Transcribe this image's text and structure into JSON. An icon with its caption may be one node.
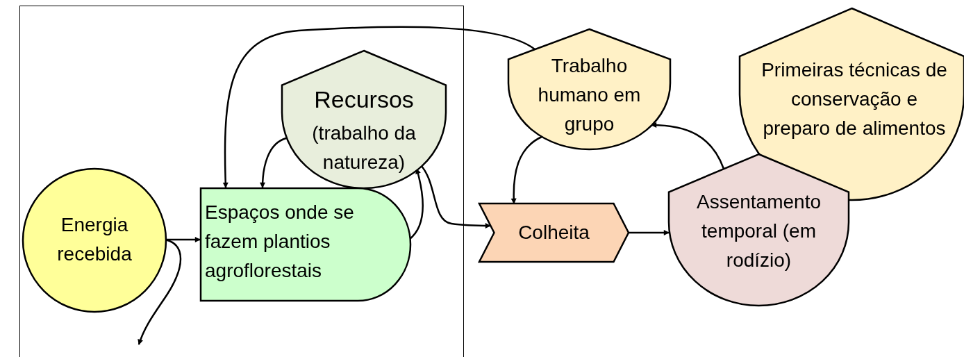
{
  "diagram": {
    "nodes": [
      {
        "text": [],
        "shape": "box"
      },
      {
        "text": [
          "Energia recebida"
        ],
        "in": 0
      },
      {
        "text": [
          "Recursos",
          "(trabalho da natureza)"
        ],
        "in": 0
      },
      {
        "text": [
          "Espaços onde se fazem plantios agroflorestais"
        ],
        "in": 0
      },
      {
        "text": [
          "Trabalho humano em grupo"
        ]
      },
      {
        "text": [
          "Primeiras técnicas de conservação e preparo de alimentos"
        ]
      },
      {
        "text": [
          "Colheita"
        ]
      },
      {
        "text": [
          "Assentamento temporal (em rodízio)"
        ]
      }
    ],
    "edges": [
      {
        "from": 1,
        "to": 3,
        "arrow": "to"
      },
      {
        "from": 1,
        "to": null,
        "arrow": "to"
      },
      {
        "from": 2,
        "to": 3,
        "arrow": "to"
      },
      {
        "from": 3,
        "to": 2,
        "arrow": "to"
      },
      {
        "from": 2,
        "to": 6,
        "arrow": "to"
      },
      {
        "from": 4,
        "to": 3,
        "arrow": "to"
      },
      {
        "from": 4,
        "to": 6,
        "arrow": "to"
      },
      {
        "from": 6,
        "to": 7,
        "arrow": "to"
      },
      {
        "from": 7,
        "to": 4,
        "arrow": "to"
      }
    ]
  }
}
